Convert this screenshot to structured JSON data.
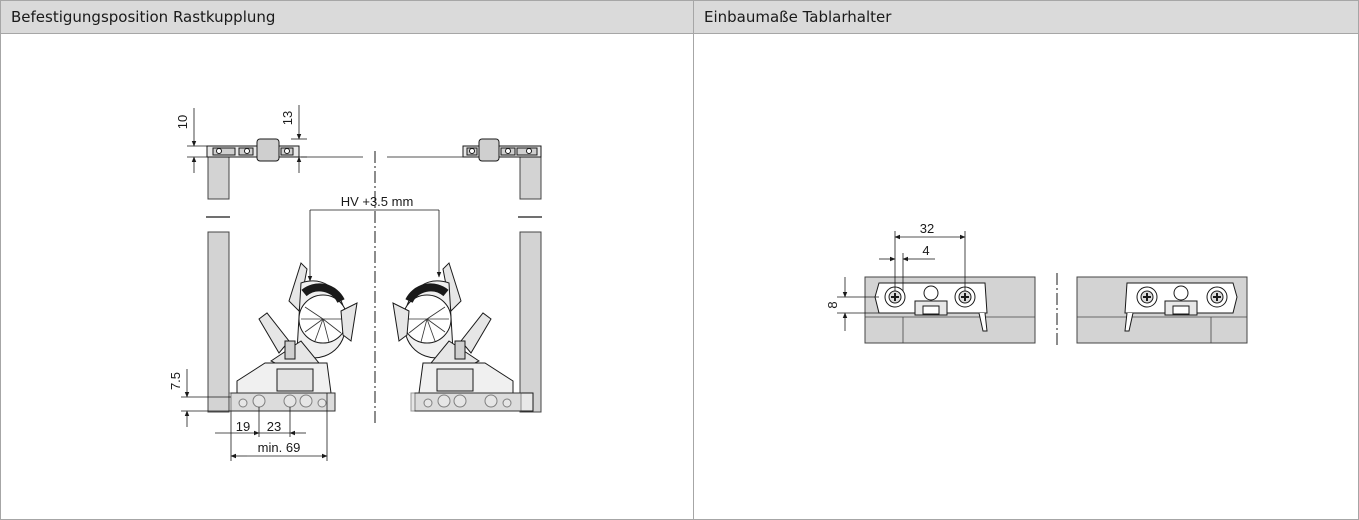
{
  "panels": {
    "left": {
      "title": "Befestigungsposition Rastkupplung",
      "dimensions": {
        "d10": "10",
        "d13": "13",
        "hv": "HV +3.5 mm",
        "d7_5": "7.5",
        "d19": "19",
        "d23": "23",
        "min69": "min. 69"
      }
    },
    "right": {
      "title": "Einbaumaße Tablarhalter",
      "dimensions": {
        "d32": "32",
        "d4": "4",
        "d8": "8"
      }
    }
  },
  "colors": {
    "header_bg": "#dadada",
    "panel_fill": "#d3d3d3",
    "border": "#a6a6a6",
    "line": "#1a1a1a"
  }
}
